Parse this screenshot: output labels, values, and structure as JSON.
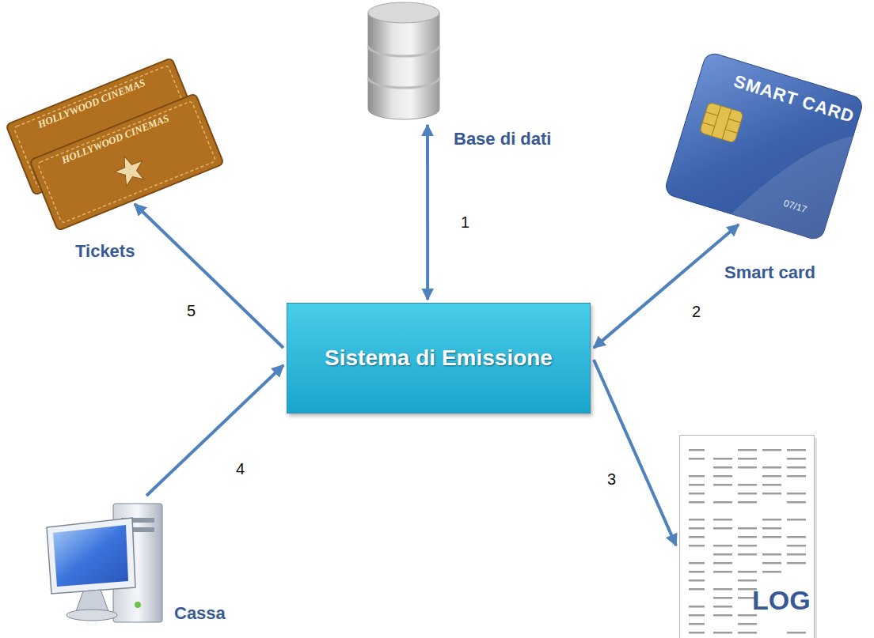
{
  "diagram": {
    "nodes": [
      {
        "text": [
          "Base di dati"
        ]
      },
      {
        "text": [
          "HOLLYWOOD CINEMAS",
          "HOLLYWOOD CINEMAS",
          "Tickets"
        ]
      },
      {
        "text": [
          "SMART CARD",
          "07/17",
          "Smart card"
        ]
      },
      {
        "text": [
          "Sistema di Emissione"
        ]
      },
      {
        "text": [
          "Cassa"
        ]
      },
      {
        "text": [
          "LOG"
        ]
      }
    ],
    "edges": [
      {
        "from": 3,
        "to": 0,
        "label": "1",
        "arrow": "both"
      },
      {
        "from": 3,
        "to": 2,
        "label": "2",
        "arrow": "both"
      },
      {
        "from": 3,
        "to": 5,
        "label": "3",
        "arrow": "to"
      },
      {
        "from": 4,
        "to": 3,
        "label": "4",
        "arrow": "to"
      },
      {
        "from": 3,
        "to": 1,
        "label": "5",
        "arrow": "to"
      }
    ]
  }
}
